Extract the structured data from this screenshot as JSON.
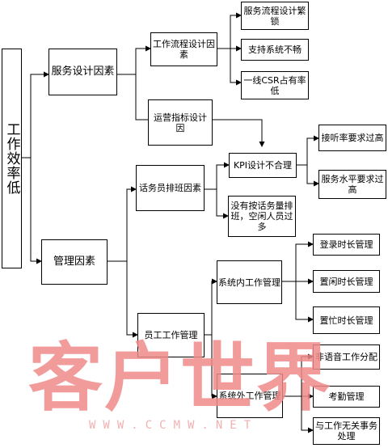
{
  "diagram": {
    "root": "工作效率低",
    "service_design": "服务设计因素",
    "flow_design": "工作流程设计因素",
    "flow_complex": "服务流程设计繁锁",
    "system_slow": "支持系统不畅",
    "cs_rate": "一线CSR占有率低",
    "kpi_design_factor": "运营指标设计因",
    "kpi_unreasonable": "KPI设计不合理",
    "pickup_rate": "接听率要求过高",
    "service_level": "服务水平要求过高",
    "agent_schedule": "话务员排班因素",
    "no_schedule": "没有按话务量排班，空闲人员过多",
    "management": "管理因素",
    "staff_mgmt": "员工工作管理",
    "system_internal": "系统内工作管理",
    "login_time": "登录时长管理",
    "idle_time": "置闲时长管理",
    "busy_time": "置忙时长管理",
    "system_external": "系统外工作管理",
    "non_voice": "非语音工作分配",
    "attendance": "考勤管理",
    "unrelated": "与工作无关事务处理"
  },
  "watermark": {
    "text": "客户世界",
    "url": "WWW.CCMW.NET",
    "color": "#f08a8a"
  }
}
